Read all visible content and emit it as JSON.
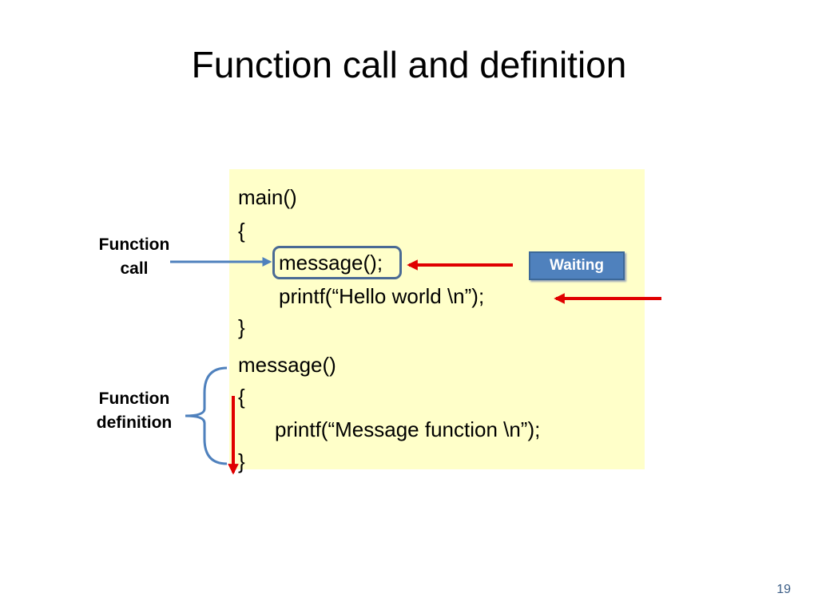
{
  "slide": {
    "title": "Function call and definition",
    "page_number": "19"
  },
  "code": {
    "lines": [
      "main()",
      "{",
      "message();",
      "printf(“Hello world \\n”);",
      "}",
      "message()",
      "{",
      "printf(“Message function \\n”);",
      "}"
    ]
  },
  "labels": {
    "function_call": [
      "Function",
      "call"
    ],
    "function_definition": [
      "Function",
      "definition"
    ],
    "waiting_badge": "Waiting"
  },
  "colors": {
    "panel_background": "#ffffc9",
    "blue_arrow": "#4f81bd",
    "red_arrow": "#e00000",
    "badge_fill": "#4f81bd"
  }
}
